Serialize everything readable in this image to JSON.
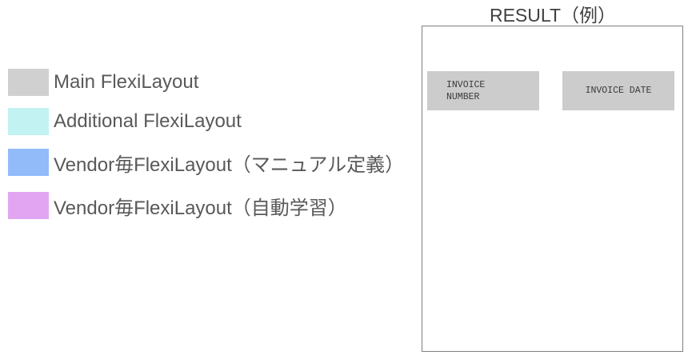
{
  "legend": {
    "items": [
      {
        "label": "Main FlexiLayout",
        "color": "#d0d0d0"
      },
      {
        "label": "Additional FlexiLayout",
        "color": "#c2f2f2"
      },
      {
        "label": "Vendor毎FlexiLayout（マニュアル定義）",
        "color": "#92bbfa"
      },
      {
        "label": "Vendor毎FlexiLayout（自動学習）",
        "color": "#e2a5f2"
      }
    ]
  },
  "result": {
    "title": "RESULT（例）",
    "fields": [
      {
        "label": "INVOICE\nNUMBER"
      },
      {
        "label": "INVOICE DATE"
      }
    ]
  }
}
